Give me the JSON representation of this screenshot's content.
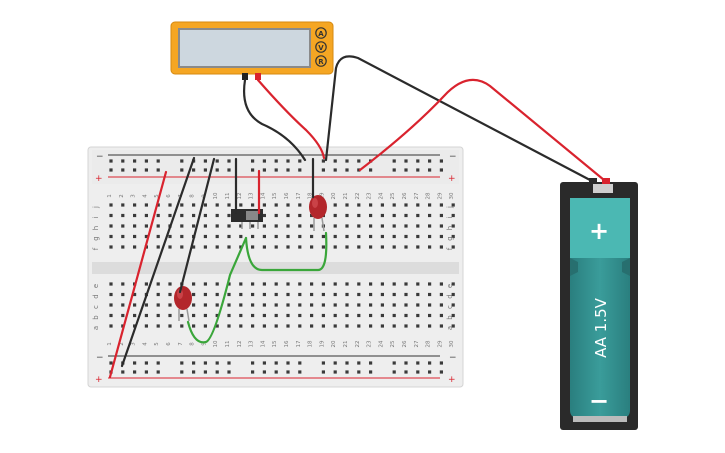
{
  "multimeter": {
    "display_value": "",
    "modes": [
      "A",
      "V",
      "R"
    ],
    "colors": {
      "body": "#f5a623",
      "screen": "#cdd7df"
    }
  },
  "breadboard": {
    "top_rows": [
      "j",
      "i",
      "h",
      "g",
      "f"
    ],
    "bottom_rows": [
      "e",
      "d",
      "c",
      "b",
      "a"
    ],
    "columns": [
      "1",
      "2",
      "3",
      "4",
      "5",
      "6",
      "7",
      "8",
      "9",
      "10",
      "11",
      "12",
      "13",
      "14",
      "15",
      "16",
      "17",
      "18",
      "19",
      "20",
      "21",
      "22",
      "23",
      "24",
      "25",
      "26",
      "27",
      "28",
      "29",
      "30"
    ],
    "rail_minus": "−",
    "rail_plus": "+"
  },
  "battery": {
    "label": "AA 1.5V",
    "plus": "+",
    "minus": "−",
    "colors": {
      "body": "#2e8a8a",
      "top": "#4bb8b3",
      "holder": "#2a2a2a"
    }
  },
  "components": {
    "leds": [
      {
        "name": "led-left",
        "color": "#b3262b"
      },
      {
        "name": "led-right",
        "color": "#b3262b"
      }
    ],
    "switch": {
      "name": "slide-switch"
    }
  },
  "wires": {
    "red": "#d9232e",
    "black": "#2b2b2b",
    "green": "#3aa63a"
  }
}
